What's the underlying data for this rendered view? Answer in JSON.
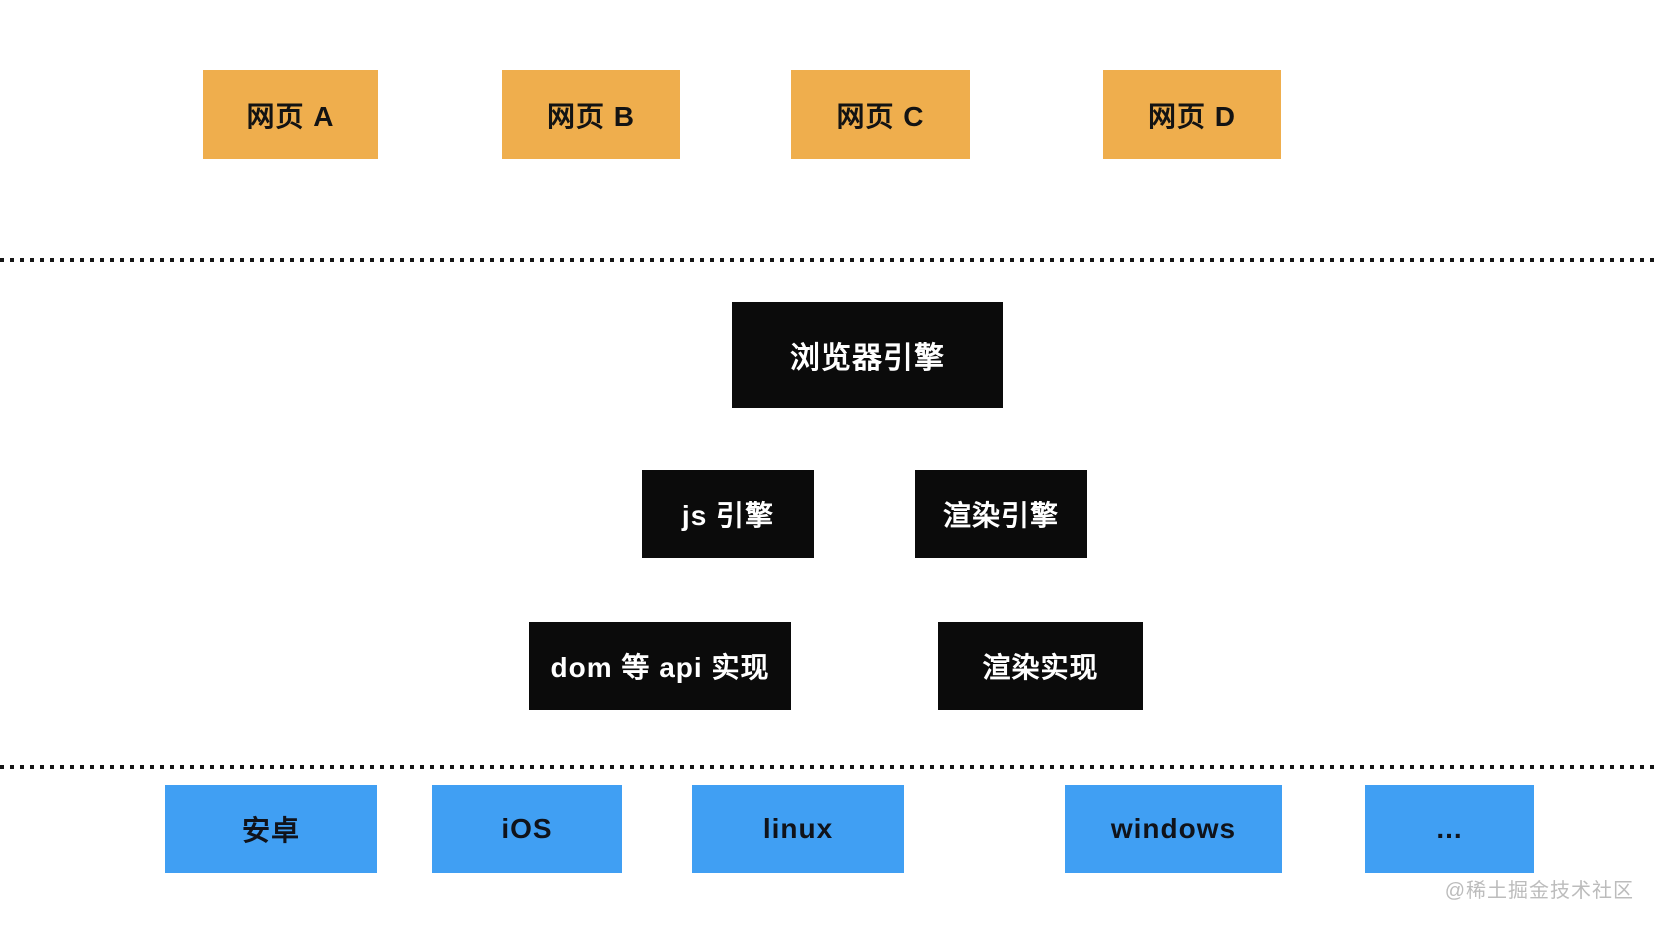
{
  "diagram": {
    "colors": {
      "background": "#ffffff",
      "webpage_box": "#efae4d",
      "engine_box": "#0b0b0b",
      "os_box": "#409ff3",
      "dark_text": "#131313",
      "light_text": "#ffffff",
      "divider": "#161616",
      "watermark_text": "#bcbcbc"
    },
    "web_pages": [
      {
        "label": "网页 A"
      },
      {
        "label": "网页 B"
      },
      {
        "label": "网页 C"
      },
      {
        "label": "网页 D"
      }
    ],
    "browser_engine": {
      "label": "浏览器引擎"
    },
    "sub_engines": [
      {
        "label": "js 引擎"
      },
      {
        "label": "渲染引擎"
      }
    ],
    "implementations": [
      {
        "label": "dom 等 api 实现"
      },
      {
        "label": "渲染实现"
      }
    ],
    "os_list": [
      {
        "label": "安卓"
      },
      {
        "label": "iOS"
      },
      {
        "label": "linux"
      },
      {
        "label": "windows"
      },
      {
        "label": "..."
      }
    ],
    "watermark": "@稀土掘金技术社区"
  }
}
